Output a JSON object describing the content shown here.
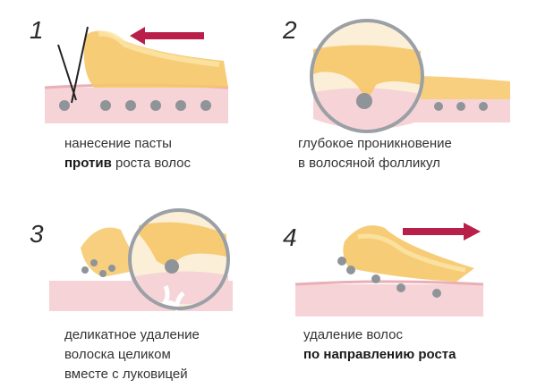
{
  "steps": [
    {
      "number": "1",
      "caption_line1": "нанесение пасты",
      "caption_bold": "против",
      "caption_rest": " роста волос"
    },
    {
      "number": "2",
      "caption_line1": "глубокое проникновение",
      "caption_line2": "в волосяной фолликул"
    },
    {
      "number": "3",
      "caption_line1": "деликатное удаление",
      "caption_line2": "волоска целиком",
      "caption_line3": "вместе с луковицей"
    },
    {
      "number": "4",
      "caption_line1": "удаление волос",
      "caption_bold": "по направлению роста"
    }
  ],
  "colors": {
    "skin": "#f6d3d6",
    "skin_dark": "#e9aeb6",
    "paste": "#f6c768",
    "paste_light": "#fbe6a8",
    "arrow": "#b8204a",
    "bulb": "#8f9499"
  }
}
